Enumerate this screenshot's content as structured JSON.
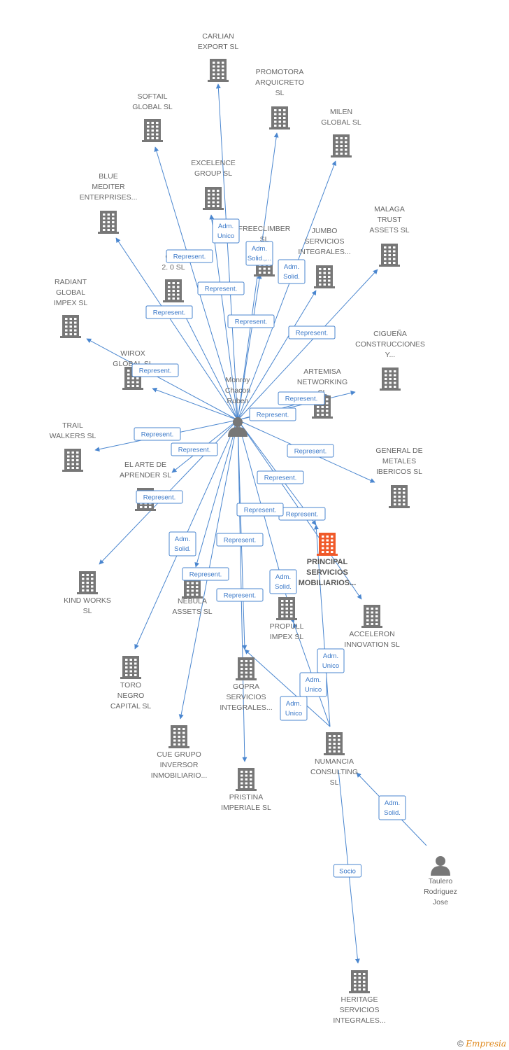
{
  "colors": {
    "edge": "#4a86cf",
    "node": "#777777",
    "main_node": "#f05a2a",
    "person": "#777777"
  },
  "nodes": [
    {
      "id": "carlian",
      "type": "company",
      "label": [
        "CARLIAN",
        "EXPORT SL"
      ]
    },
    {
      "id": "promotora",
      "type": "company",
      "label": [
        "PROMOTORA",
        "ARQUICRETO",
        "SL"
      ]
    },
    {
      "id": "softail",
      "type": "company",
      "label": [
        "SOFTAIL",
        "GLOBAL  SL"
      ]
    },
    {
      "id": "milen",
      "type": "company",
      "label": [
        "MILEN",
        "GLOBAL  SL"
      ]
    },
    {
      "id": "excelence",
      "type": "company",
      "label": [
        "EXCELENCE",
        "GROUP  SL"
      ]
    },
    {
      "id": "blue",
      "type": "company",
      "label": [
        "BLUE",
        "MEDITER",
        "ENTERPRISES..."
      ]
    },
    {
      "id": "freeclimber",
      "type": "company",
      "label": [
        "FREECLIMBER",
        "SL"
      ]
    },
    {
      "id": "jumbo",
      "type": "company",
      "label": [
        "JUMBO",
        "SERVICIOS",
        "INTEGRALES..."
      ]
    },
    {
      "id": "malaga",
      "type": "company",
      "label": [
        "MALAGA",
        "TRUST",
        "ASSETS  SL"
      ]
    },
    {
      "id": "cor",
      "type": "company",
      "label": [
        "COR",
        "2. 0  SL"
      ]
    },
    {
      "id": "radiant",
      "type": "company",
      "label": [
        "RADIANT",
        "GLOBAL",
        "IMPEX  SL"
      ]
    },
    {
      "id": "wirox",
      "type": "company",
      "label": [
        "WIROX",
        "GLOBAL  SL"
      ]
    },
    {
      "id": "ciguena",
      "type": "company",
      "label": [
        "CIGUEÑA",
        "CONSTRUCCIONES",
        "Y..."
      ]
    },
    {
      "id": "artemisa",
      "type": "company",
      "label": [
        "ARTEMISA",
        "NETWORKING",
        "SL"
      ]
    },
    {
      "id": "monroy",
      "type": "person",
      "label": [
        "Monroy",
        "Chacon",
        "Ruben"
      ]
    },
    {
      "id": "trail",
      "type": "company",
      "label": [
        "TRAIL",
        "WALKERS  SL"
      ]
    },
    {
      "id": "elarte",
      "type": "company",
      "label": [
        "EL ARTE DE",
        "APRENDER  SL"
      ]
    },
    {
      "id": "general",
      "type": "company",
      "label": [
        "GENERAL DE",
        "METALES",
        "IBERICOS  SL"
      ]
    },
    {
      "id": "principal",
      "type": "main",
      "label": [
        "PRINCIPAL",
        "SERVICIOS",
        "MOBILIARIOS..."
      ]
    },
    {
      "id": "kindworks",
      "type": "company",
      "label": [
        "KIND WORKS",
        "SL"
      ]
    },
    {
      "id": "nebula",
      "type": "company",
      "label": [
        "NEBULA",
        "ASSETS  SL"
      ]
    },
    {
      "id": "propull",
      "type": "company",
      "label": [
        "PROPULL",
        "IMPEX  SL"
      ]
    },
    {
      "id": "acceleron",
      "type": "company",
      "label": [
        "ACCELERON",
        "INNOVATION  SL"
      ]
    },
    {
      "id": "toro",
      "type": "company",
      "label": [
        "TORO",
        "NEGRO",
        "CAPITAL  SL"
      ]
    },
    {
      "id": "gopra",
      "type": "company",
      "label": [
        "GOPRA",
        "SERVICIOS",
        "INTEGRALES..."
      ]
    },
    {
      "id": "cuegrupo",
      "type": "company",
      "label": [
        "CUE GRUPO",
        "INVERSOR",
        "INMOBILIARIO..."
      ]
    },
    {
      "id": "numancia",
      "type": "company",
      "label": [
        "NUMANCIA",
        "CONSULTING",
        "SL"
      ]
    },
    {
      "id": "pristina",
      "type": "company",
      "label": [
        "PRISTINA",
        "IMPERIALE  SL"
      ]
    },
    {
      "id": "taulero",
      "type": "person",
      "label": [
        "Taulero",
        "Rodriguez",
        "Jose"
      ]
    },
    {
      "id": "heritage",
      "type": "company",
      "label": [
        "HERITAGE",
        "SERVICIOS",
        "INTEGRALES..."
      ]
    }
  ],
  "edges": [
    {
      "from": "monroy",
      "to": "carlian",
      "label": [
        "Adm.",
        "Unico"
      ]
    },
    {
      "from": "monroy",
      "to": "promotora",
      "label": [
        "Adm.",
        "Solid.,..."
      ]
    },
    {
      "from": "monroy",
      "to": "softail",
      "label": [
        "Represent."
      ]
    },
    {
      "from": "monroy",
      "to": "milen",
      "label": [
        "Adm.",
        "Solid."
      ]
    },
    {
      "from": "monroy",
      "to": "excelence",
      "label": [
        "Represent."
      ]
    },
    {
      "from": "monroy",
      "to": "blue",
      "label": [
        "Represent."
      ]
    },
    {
      "from": "monroy",
      "to": "freeclimber",
      "label": [
        "Represent."
      ]
    },
    {
      "from": "monroy",
      "to": "jumbo",
      "label": [
        "Represent."
      ]
    },
    {
      "from": "monroy",
      "to": "malaga",
      "label": [
        "Represent."
      ]
    },
    {
      "from": "monroy",
      "to": "cor",
      "label": [
        "Represent."
      ]
    },
    {
      "from": "monroy",
      "to": "radiant",
      "label": [
        "Represent."
      ]
    },
    {
      "from": "monroy",
      "to": "wirox",
      "label": [
        "Represent."
      ]
    },
    {
      "from": "monroy",
      "to": "artemisa",
      "label": [
        "Represent."
      ]
    },
    {
      "from": "monroy",
      "to": "ciguena",
      "label": [
        "Represent."
      ]
    },
    {
      "from": "monroy",
      "to": "trail",
      "label": [
        "Represent."
      ]
    },
    {
      "from": "monroy",
      "to": "elarte",
      "label": [
        "Represent."
      ]
    },
    {
      "from": "monroy",
      "to": "general",
      "label": [
        "Represent."
      ]
    },
    {
      "from": "monroy",
      "to": "kindworks",
      "label": [
        "Represent."
      ]
    },
    {
      "from": "monroy",
      "to": "nebula",
      "label": [
        "Represent."
      ]
    },
    {
      "from": "monroy",
      "to": "acceleron",
      "label": [
        "Represent."
      ]
    },
    {
      "from": "monroy",
      "to": "principal",
      "label": [
        "Represent."
      ]
    },
    {
      "from": "monroy",
      "to": "toro",
      "label": [
        "Adm.",
        "Solid."
      ]
    },
    {
      "from": "monroy",
      "to": "gopra",
      "label": [
        "Represent."
      ]
    },
    {
      "from": "monroy",
      "to": "cuegrupo",
      "label": [
        "Represent."
      ]
    },
    {
      "from": "monroy",
      "to": "pristina",
      "label": [
        "Represent."
      ]
    },
    {
      "from": "monroy",
      "to": "propull",
      "label": [
        "Adm.",
        "Solid."
      ]
    },
    {
      "from": "numancia",
      "to": "principal",
      "label": [
        "Adm.",
        "Unico"
      ]
    },
    {
      "from": "numancia",
      "to": "propull",
      "label": [
        "Adm.",
        "Unico"
      ]
    },
    {
      "from": "numancia",
      "to": "gopra",
      "label": [
        "Adm.",
        "Unico"
      ]
    },
    {
      "from": "taulero",
      "to": "numancia",
      "label": [
        "Adm.",
        "Solid."
      ]
    },
    {
      "from": "numancia",
      "to": "heritage",
      "label": [
        "Socio"
      ]
    }
  ],
  "footer": {
    "copyright": "©",
    "brand": "Empresia"
  }
}
